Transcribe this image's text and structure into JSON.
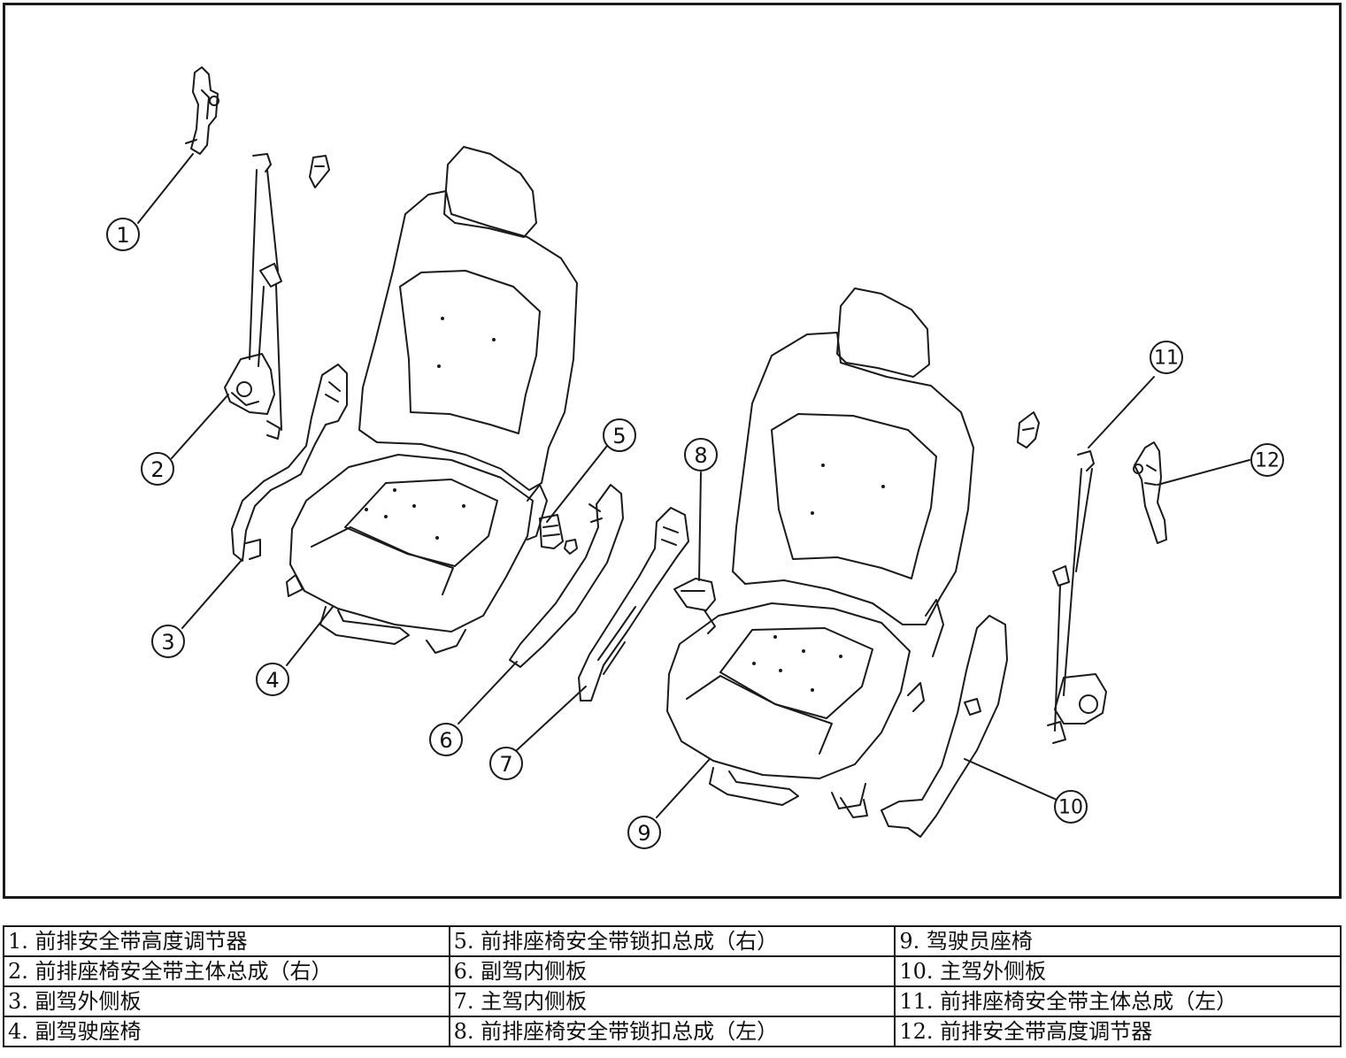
{
  "callouts": [
    "1",
    "2",
    "3",
    "4",
    "5",
    "6",
    "7",
    "8",
    "9",
    "10",
    "11",
    "12"
  ],
  "legend": {
    "rows": [
      [
        "1. 前排安全带高度调节器",
        "5. 前排座椅安全带锁扣总成（右）",
        "9. 驾驶员座椅"
      ],
      [
        "2. 前排座椅安全带主体总成（右）",
        "6. 副驾内侧板",
        "10. 主驾外侧板"
      ],
      [
        "3. 副驾外侧板",
        "7. 主驾内侧板",
        "11. 前排座椅安全带主体总成（左）"
      ],
      [
        "4. 副驾驶座椅",
        "8. 前排座椅安全带锁扣总成（左）",
        "12. 前排安全带高度调节器"
      ]
    ]
  }
}
